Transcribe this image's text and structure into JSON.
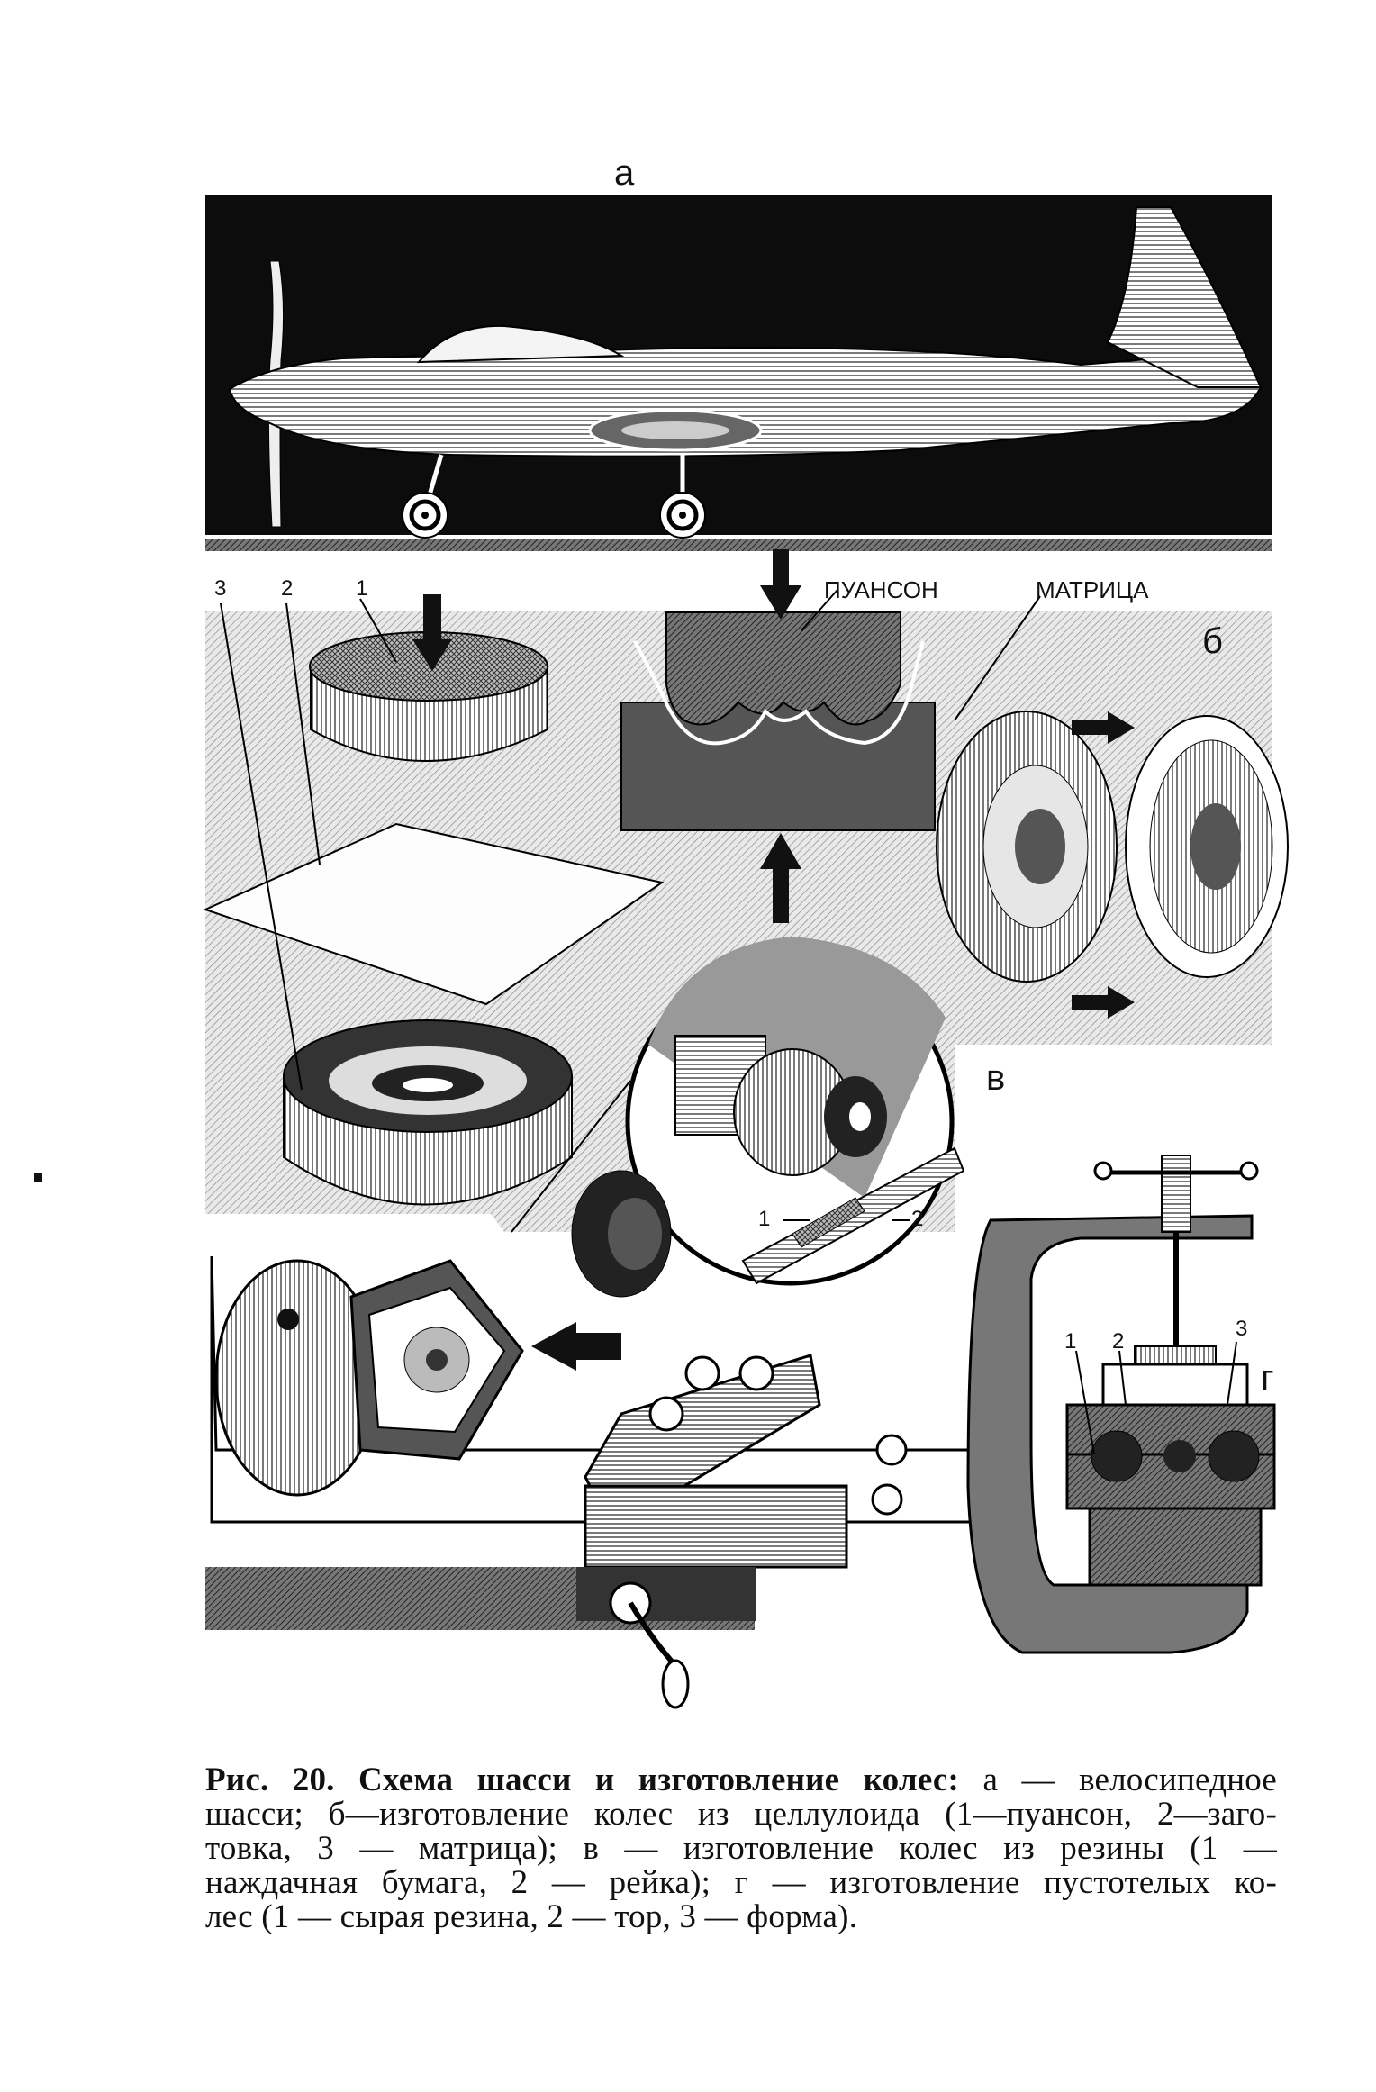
{
  "figure": {
    "panel_a_letter": "а",
    "panel_b_letter": "б",
    "panel_v_letter": "в",
    "panel_g_letter": "г",
    "b_num_1": "1",
    "b_num_2": "2",
    "b_num_3": "3",
    "punch_label": "ПУАНСОН",
    "die_label": "МАТРИЦА",
    "v_num_1": "1",
    "v_num_2": "2",
    "g_num_1": "1",
    "g_num_2": "2",
    "g_num_3": "3"
  },
  "caption": {
    "head": "Рис. 20. Схема шасси и изготовление колес:",
    "line1_tail": "а — велосипедное",
    "line2": "шасси; б—изготовление колес из целлулоида (1—пуансон, 2—заго-",
    "line3": "товка, 3 — матрица); в — изготовление колес из резины (1 —",
    "line4": "наждачная бумага, 2 — рейка); г — изготовление пустотелых ко-",
    "line5": "лес (1 — сырая резина, 2 — тор, 3 — форма)."
  }
}
